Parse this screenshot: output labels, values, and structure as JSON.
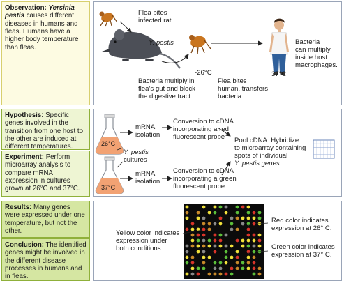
{
  "observation": {
    "label": "Observation:",
    "species": "Yersinia pestis",
    "text": "causes different diseases in humans and fleas. Humans have a higher body temperature than fleas."
  },
  "hypothesis": {
    "label": "Hypothesis:",
    "text": "Specific genes involved in the transition from one host to the other are induced at different temperatures."
  },
  "experiment": {
    "label": "Experiment:",
    "text": "Perform microarray analysis to compare mRNA expression in cultures grown at 26°C and 37°C."
  },
  "results": {
    "label": "Results:",
    "text": "Many genes were expressed under one temperature, but not the other."
  },
  "conclusion": {
    "label": "Conclusion:",
    "text": "The identified genes might be involved in the different disease processes in humans and in fleas."
  },
  "panel1": {
    "flea_bites_rat": [
      "Flea bites",
      "infected rat"
    ],
    "y_pestis": "Y. pestis",
    "bacteria_multiply_flea": [
      "Bacteria multiply in",
      "flea’s gut and block",
      "the digestive tract."
    ],
    "temp_flea": "-26°C",
    "flea_bites_human": [
      "Flea bites",
      "human, transfers",
      "bacteria."
    ],
    "temp_human": "37°C",
    "bacteria_macrophages": [
      "Bacteria",
      "can multiply",
      "inside host",
      "macrophages."
    ]
  },
  "panel2": {
    "flask_top_temp": "26°C",
    "flask_bottom_temp": "37°C",
    "mrna_isolation_top": [
      "mRNA",
      "isolation"
    ],
    "mrna_isolation_bottom": [
      "mRNA",
      "isolation"
    ],
    "cultures_label": [
      "Y. pestis",
      "cultures"
    ],
    "cdna_red": [
      "Conversion to cDNA",
      "incorporating a red",
      "fluorescent probe"
    ],
    "cdna_green": [
      "Conversion to cDNA",
      "incorporating a green",
      "fluorescent probe"
    ],
    "pool": [
      "Pool cDNA. Hybridize",
      "to microarray containing",
      "spots of individual",
      "Y. pestis genes."
    ]
  },
  "panel3": {
    "yellow_text": [
      "Yellow color indicates",
      "expression under",
      "both conditions."
    ],
    "red_text": [
      "Red color indicates",
      "expression at 26° C."
    ],
    "green_text": [
      "Green color indicates",
      "expression at 37° C."
    ]
  },
  "colors": {
    "observation_bg": "#fdfbe2",
    "hypothesis_bg": "#eef5d3",
    "results_bg": "#d5e6a2",
    "box_border": "#8fb03a",
    "flask_liquid": "#f2a273",
    "microarray_red": "#d8342a",
    "microarray_green": "#5cbf3a",
    "microarray_yellow": "#f1e13b"
  }
}
